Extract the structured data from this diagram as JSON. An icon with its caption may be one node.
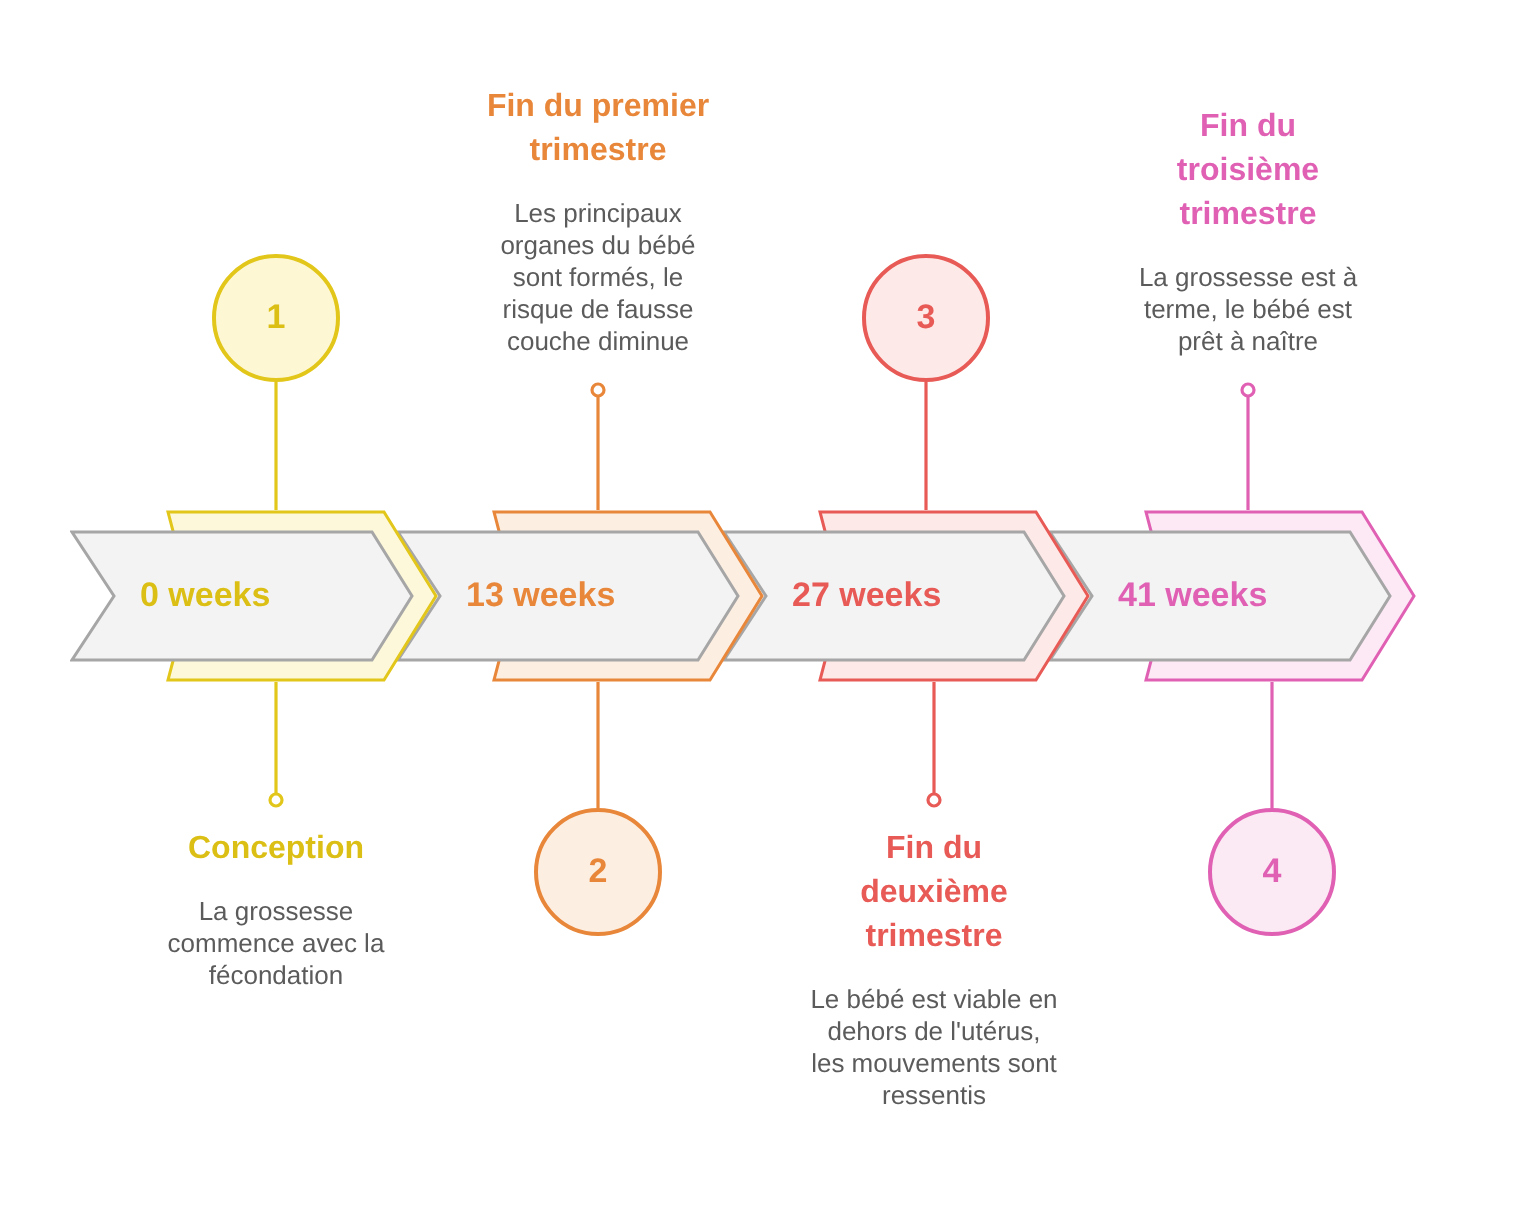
{
  "diagram": {
    "nodes": [
      {
        "text": [
          "1"
        ]
      },
      {
        "text": [
          "0 weeks"
        ]
      },
      {
        "text": [
          "Conception",
          "La grossesse commence avec la fécondation"
        ]
      },
      {
        "text": [
          "Fin du premier trimestre",
          "Les principaux organes du bébé sont formés, le risque de fausse couche diminue"
        ]
      },
      {
        "text": [
          "13 weeks"
        ]
      },
      {
        "text": [
          "2"
        ]
      },
      {
        "text": [
          "3"
        ]
      },
      {
        "text": [
          "27 weeks"
        ]
      },
      {
        "text": [
          "Fin du deuxième trimestre",
          "Le bébé est viable en dehors de l'utérus, les mouvements sont ressentis"
        ]
      },
      {
        "text": [
          "Fin du troisième trimestre",
          "La grossesse est à terme, le bébé est prêt à naître"
        ]
      },
      {
        "text": [
          "41 weeks"
        ]
      },
      {
        "text": [
          "4"
        ]
      }
    ],
    "edges": [
      {
        "from": 0,
        "to": 1,
        "arrow": "none",
        "color": "#e2c619"
      },
      {
        "from": 1,
        "to": 2,
        "arrow": "other",
        "color": "#e2c619"
      },
      {
        "from": 4,
        "to": 3,
        "arrow": "other",
        "color": "#e8873a"
      },
      {
        "from": 4,
        "to": 5,
        "arrow": "none",
        "color": "#e8873a"
      },
      {
        "from": 6,
        "to": 7,
        "arrow": "none",
        "color": "#e85a55"
      },
      {
        "from": 7,
        "to": 8,
        "arrow": "other",
        "color": "#e85a55"
      },
      {
        "from": 10,
        "to": 9,
        "arrow": "other",
        "color": "#e060b4"
      },
      {
        "from": 10,
        "to": 11,
        "arrow": "none",
        "color": "#e060b4"
      }
    ]
  }
}
